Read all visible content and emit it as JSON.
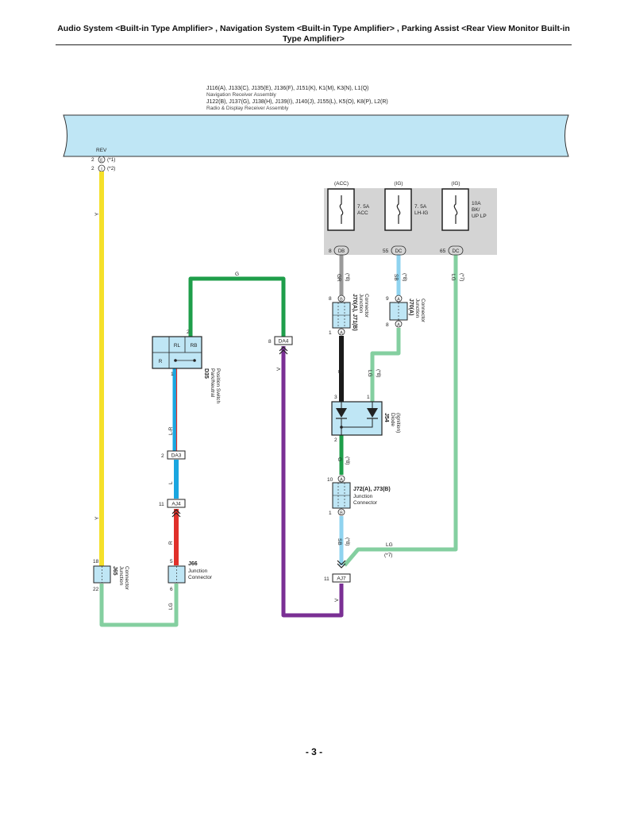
{
  "header": {
    "title": "Audio System <Built-in Type Amplifier> , Navigation System <Built-in Type Amplifier> , Parking Assist <Rear View Monitor Built-in Type Amplifier>"
  },
  "receiver": {
    "nav_codes": "J116(A), J133(C), J135(E), J136(F), J151(K), K1(M), K3(N), L1(Q)",
    "nav_name": "Navigation Receiver Assembly",
    "radio_codes": "J122(B), J137(G), J138(H), J139(I), J140(J), J155(L), K5(O), K8(P), L2(R)",
    "radio_name": "Radio & Display Receiver Assembly",
    "terminal": "REV",
    "pin_a_num": "2",
    "pin_a_letter": "E",
    "pin_a_note": "(*1)",
    "pin_b_num": "2",
    "pin_b_letter": "I",
    "pin_b_note": "(*2)"
  },
  "fuses": [
    {
      "source": "(ACC)",
      "rating": "7. 5A",
      "name": "ACC",
      "pin": "8",
      "connector": "DB"
    },
    {
      "source": "(IG)",
      "rating": "7. 5A",
      "name": "LH-IG",
      "pin": "55",
      "connector": "DC"
    },
    {
      "source": "(IG)",
      "rating": "10A",
      "name": "BK/",
      "name2": "UP LP",
      "pin": "65",
      "connector": "DC"
    }
  ],
  "wires": {
    "y": "Y",
    "g": "G",
    "gr": "GR",
    "sb": "SB",
    "lg": "LG",
    "b": "B",
    "v": "V",
    "lr": "L-R",
    "l": "L",
    "r": "R"
  },
  "notes": {
    "n8": "(*8)",
    "n7": "(*7)"
  },
  "switch_d35": {
    "rl": "RL",
    "rb": "RB",
    "r": "R",
    "code": "D35",
    "name1": "Park/Neutral",
    "name2": "Position Switch",
    "pin_top": "2",
    "pin_bottom": "1"
  },
  "da4": {
    "pin": "8",
    "label": "DA4"
  },
  "da3": {
    "pin": "2",
    "label": "DA3"
  },
  "aj4": {
    "pin": "11",
    "label": "AJ4"
  },
  "aj7": {
    "pin": "11",
    "label": "AJ7"
  },
  "j70": {
    "codes": "J70(A), J71(B)",
    "name1": "Junction",
    "name2": "Connector",
    "pin_top": "8",
    "letter_top": "B",
    "pin_bottom": "1",
    "letter_bottom": "A"
  },
  "j70a": {
    "codes": "J70(A)",
    "name1": "Junction",
    "name2": "Connector",
    "pin_top": "9",
    "letter_top": "A",
    "pin_bottom": "8",
    "letter_bottom": "A"
  },
  "j54": {
    "code": "J54",
    "name1": "Diode",
    "name2": "(Ignition)",
    "pin3": "3",
    "pin1": "1",
    "pin2": "2"
  },
  "j72": {
    "codes": "J72(A), J73(B)",
    "name1": "Junction",
    "name2": "Connector",
    "pin_top": "10",
    "letter_top": "A",
    "pin_bottom": "1",
    "letter_bottom": "B"
  },
  "j65": {
    "code": "J65",
    "name1": "Junction",
    "name2": "Connector",
    "pin_top": "18",
    "pin_bottom": "22"
  },
  "j66": {
    "code": "J66",
    "name1": "Junction",
    "name2": "Connector",
    "pin_top": "5",
    "pin_bottom": "6"
  },
  "colors": {
    "yellow": "#f5e02a",
    "green": "#1e9e4a",
    "lightgreen": "#84cfa0",
    "gray": "#9a9a9a",
    "skyblue": "#8fd3ef",
    "black": "#1a1a1a",
    "purple": "#7a2f94",
    "blue": "#1aa6e0",
    "red": "#e0302a",
    "receiver_fill": "#bfe6f5",
    "fuse_panel": "#d4d4d4",
    "component_fill": "#bfe6f5"
  },
  "footer": {
    "page": "- 3 -"
  }
}
